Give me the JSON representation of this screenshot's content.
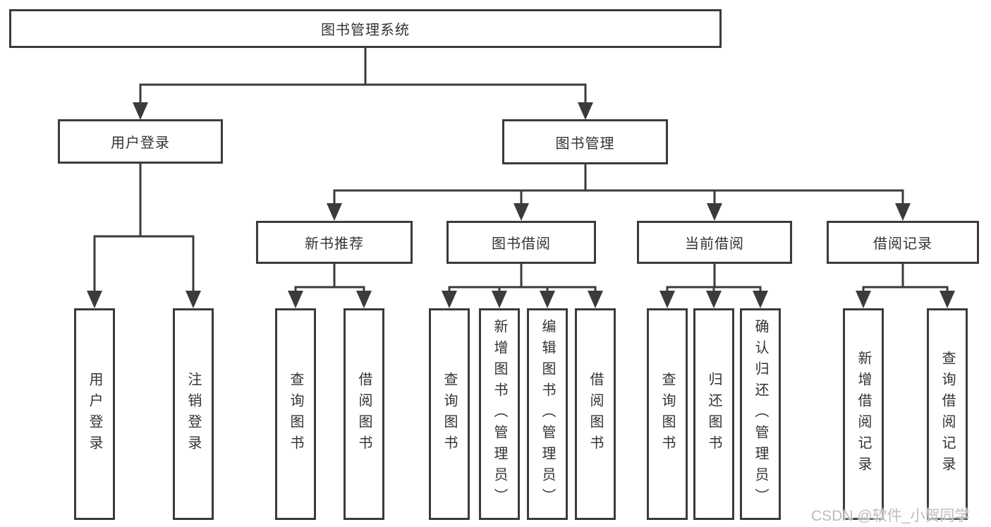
{
  "diagram": {
    "root": {
      "label": "图书管理系统"
    },
    "level2": [
      {
        "id": "user-login",
        "label": "用户登录"
      },
      {
        "id": "book-management",
        "label": "图书管理"
      }
    ],
    "level3": [
      {
        "id": "new-book-recommend",
        "label": "新书推荐"
      },
      {
        "id": "book-borrow",
        "label": "图书借阅"
      },
      {
        "id": "current-borrow",
        "label": "当前借阅"
      },
      {
        "id": "borrow-records",
        "label": "借阅记录"
      }
    ],
    "leaves": {
      "user_login": [
        "用户登录",
        "注销登录"
      ],
      "new_book_recommend": [
        "查询图书",
        "借阅图书"
      ],
      "book_borrow": [
        "查询图书",
        "新增图书（管理员）",
        "编辑图书（管理员）",
        "借阅图书"
      ],
      "current_borrow": [
        "查询图书",
        "归还图书",
        "确认归还（管理员）"
      ],
      "borrow_records": [
        "新增借阅记录",
        "查询借阅记录"
      ]
    },
    "watermark": "CSDN @软件_小贺同学"
  },
  "colors": {
    "line": "#3b3b3b",
    "text": "#333333",
    "watermark": "#bdbdbd",
    "background": "#ffffff"
  }
}
